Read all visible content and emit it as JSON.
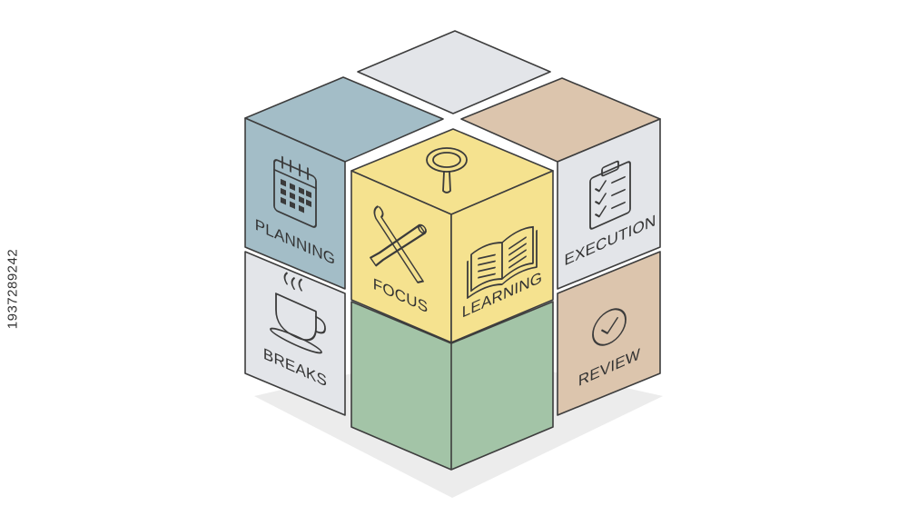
{
  "labels": {
    "planning": "PLANNING",
    "focus": "FOCUS",
    "learning": "LEARNING",
    "execution": "EXECUTION",
    "breaks": "BREAKS",
    "review": "REVIEW"
  },
  "side_id": "1937289242",
  "colors": {
    "blue": "#a3bdc7",
    "grey": "#e3e5e9",
    "tan": "#dcc5ad",
    "yellow": "#f5e28f",
    "green": "#a3c4a7",
    "outline": "#3d3d3d",
    "shadow": "#ececec"
  },
  "icons": {
    "planning": "calendar-icon",
    "focus_top": "magnifier-icon",
    "focus": "tools-icon",
    "learning": "open-book-icon",
    "execution": "checklist-icon",
    "breaks": "coffee-cup-icon",
    "review": "checkmark-circle-icon"
  }
}
